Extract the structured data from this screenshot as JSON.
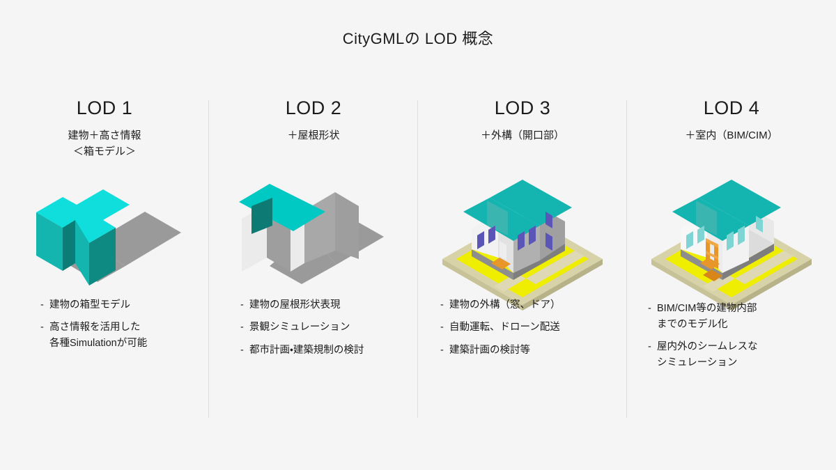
{
  "title": "CityGMLの LOD 概念",
  "background_color": "#f5f5f5",
  "divider_color": "#dedede",
  "palette": {
    "cyan_top": "#0fdedc",
    "cyan_left": "#13b5ae",
    "teal_right": "#0e8a82",
    "teal_roof": "#14b5b0",
    "teal_roof_dark": "#1a9e9a",
    "shadow_gray": "#9a9a9a",
    "wall_white": "#f2f2f2",
    "wall_gray": "#a8a8a8",
    "window_indigo": "#5b55b8",
    "window_lightteal": "#7fd4d4",
    "wood_orange": "#e8962a",
    "lot_yellow": "#f0ee00",
    "lot_beige": "#d8d2a8",
    "text": "#1c1c1c"
  },
  "columns": [
    {
      "id": "lod1",
      "title": "LOD 1",
      "subtitle": "建物＋高さ情報\n＜箱モデル＞",
      "figure_name": "lod1-box-model-illustration",
      "bullets": [
        "建物の箱型モデル",
        "高さ情報を活用した\n各種Simulationが可能"
      ]
    },
    {
      "id": "lod2",
      "title": "LOD 2",
      "subtitle": "＋屋根形状",
      "figure_name": "lod2-roof-shape-illustration",
      "bullets": [
        "建物の屋根形状表現",
        "景観シミュレーション",
        "都市計画・建築規制の検討"
      ]
    },
    {
      "id": "lod3",
      "title": "LOD 3",
      "subtitle": "＋外構（開口部）",
      "figure_name": "lod3-exterior-openings-illustration",
      "bullets": [
        "建物の外構（窓、ドア）",
        "自動運転、ドローン配送",
        "建築計画の検討等"
      ]
    },
    {
      "id": "lod4",
      "title": "LOD 4",
      "subtitle": "＋室内（BIM/CIM）",
      "figure_name": "lod4-interior-bim-cim-illustration",
      "bullets": [
        "BIM/CIM等の建物内部\nまでのモデル化",
        "屋内外のシームレスな\nシミュレーション"
      ]
    }
  ],
  "bullet_marker": "-"
}
